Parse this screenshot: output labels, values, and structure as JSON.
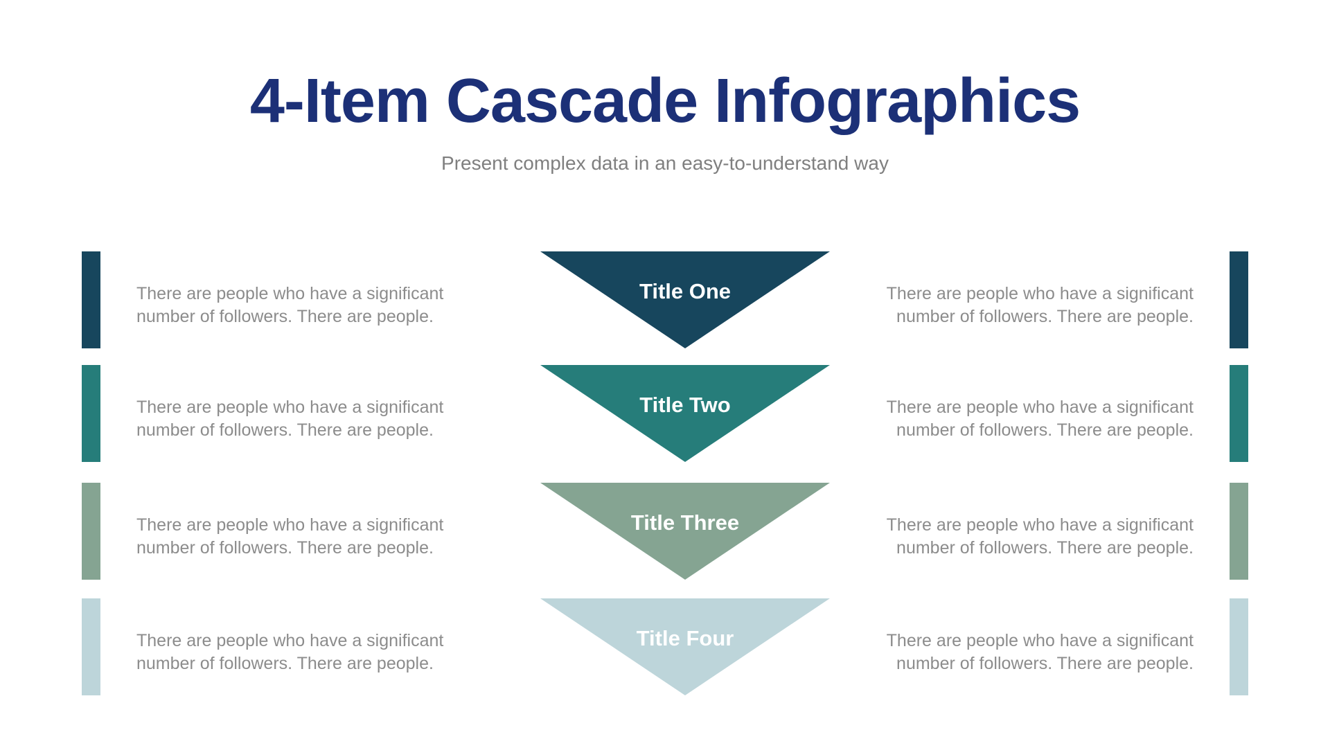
{
  "header": {
    "title": "4-Item Cascade Infographics",
    "subtitle": "Present complex data in an easy-to-understand way"
  },
  "colors": {
    "background": "#ffffff",
    "title": "#1c3077",
    "subtitle": "#7f7f7f",
    "body_text": "#8c8c8c",
    "triangle_label": "#ffffff"
  },
  "rows": [
    {
      "title": "Title One",
      "color": "#17465d",
      "left_text": "There are people who have a significant number of followers. There are people.",
      "right_text": "There are people who have a significant number of followers. There are people."
    },
    {
      "title": "Title Two",
      "color": "#267d7a",
      "left_text": "There are people who have a significant number of followers. There are people.",
      "right_text": "There are people who have a significant number of followers. There are people."
    },
    {
      "title": "Title Three",
      "color": "#85a492",
      "left_text": "There are people who have a significant number of followers. There are people.",
      "right_text": "There are people who have a significant number of followers. There are people."
    },
    {
      "title": "Title Four",
      "color": "#bdd5da",
      "left_text": "There are people who have a significant number of followers. There are people.",
      "right_text": "There are people who have a significant number of followers. There are people."
    }
  ]
}
